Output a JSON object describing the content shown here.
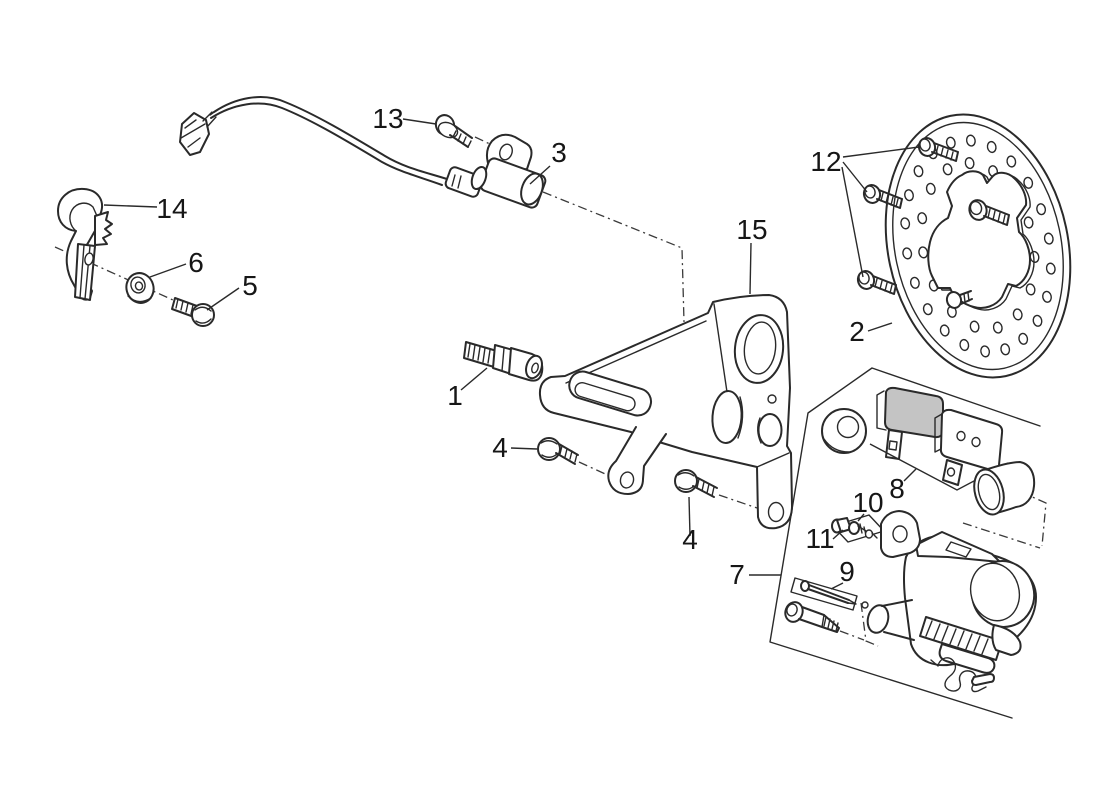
{
  "colors": {
    "background": "#ffffff",
    "line": "#2a2a2a",
    "pad_highlight_fill": "#c4c4c4"
  },
  "labels": {
    "1": "1",
    "2": "2",
    "3": "3",
    "4": "4",
    "5": "5",
    "6": "6",
    "7": "7",
    "8": "8",
    "9": "9",
    "10": "10",
    "11": "11",
    "12": "12",
    "13": "13",
    "14": "14",
    "15": "15"
  }
}
